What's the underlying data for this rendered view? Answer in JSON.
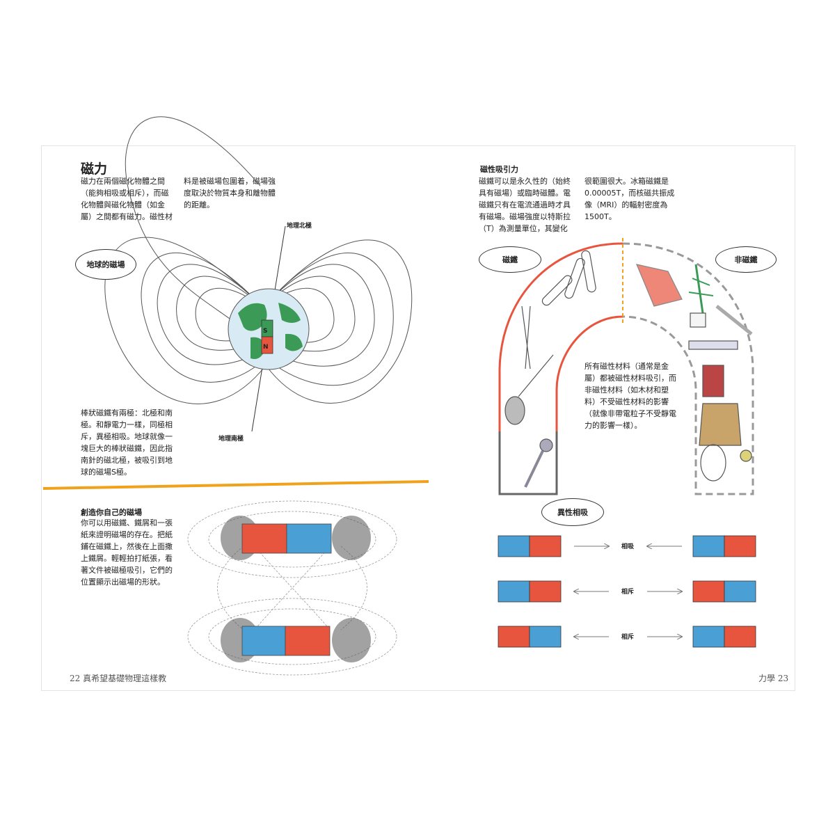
{
  "left_page": {
    "title": "磁力",
    "intro_col1": "磁力在兩個磁化物體之間（能夠相吸或相斥），而磁化物體與磁化物體（如金屬）之間都有磁力。磁性材",
    "intro_col2": "料是被磁場包圍着，磁場強度取決於物質本身和離物體的距離。",
    "earth_field_label": "地球的磁場",
    "north_pole_label": "地理北極",
    "south_pole_label": "地理南極",
    "magnet_s": "S",
    "magnet_n": "N",
    "bar_magnet_text": "棒狀磁鐵有兩極：北極和南極。和靜電力一樣，同極相斥，異極相吸。地球就像一塊巨大的棒狀磁鐵，因此指南針的磁北極，被吸引到地球的磁場S極。",
    "make_field_title": "創造你自己的磁場",
    "make_field_text": "你可以用磁鐵、鐵屑和一張紙來證明磁場的存在。把紙鋪在磁鐵上，然後在上面撒上鐵屑。輕輕拍打紙張，看著文件被磁極吸引，它們的位置顯示出磁場的形狀。",
    "folio_number": "22",
    "folio_text": "真希望基礎物理這樣教"
  },
  "right_page": {
    "attraction_title": "磁性吸引力",
    "attraction_col1": "磁鐵可以是永久性的（始終具有磁場）或臨時磁體。電磁鐵只有在電流通過時才具有磁場。磁場強度以特斯拉（T）為測量單位，其變化",
    "attraction_col2": "很範圍很大。冰箱磁鐵是0.00005T，而核磁共振成像（MRI）的輻射密度為1500T。",
    "magnetic_label": "磁鐵",
    "non_magnetic_label": "非磁鐵",
    "materials_text": "所有磁性材料（通常是金屬）都被磁性材料吸引，而非磁性材料（如木材和塑料）不受磁性材料的影響（就像非帶電粒子不受靜電力的影響一樣）。",
    "opposites_label": "異性相吸",
    "rows": [
      {
        "label": "相吸"
      },
      {
        "label": "相斥"
      },
      {
        "label": "相斥"
      }
    ],
    "folio_text": "力學",
    "folio_number": "23"
  },
  "colors": {
    "magnet_red": "#e8553e",
    "magnet_blue": "#4a9fd4",
    "accent_orange": "#f0a21c",
    "earth_green": "#3b9a55",
    "earth_blue": "#d8eaf3"
  }
}
